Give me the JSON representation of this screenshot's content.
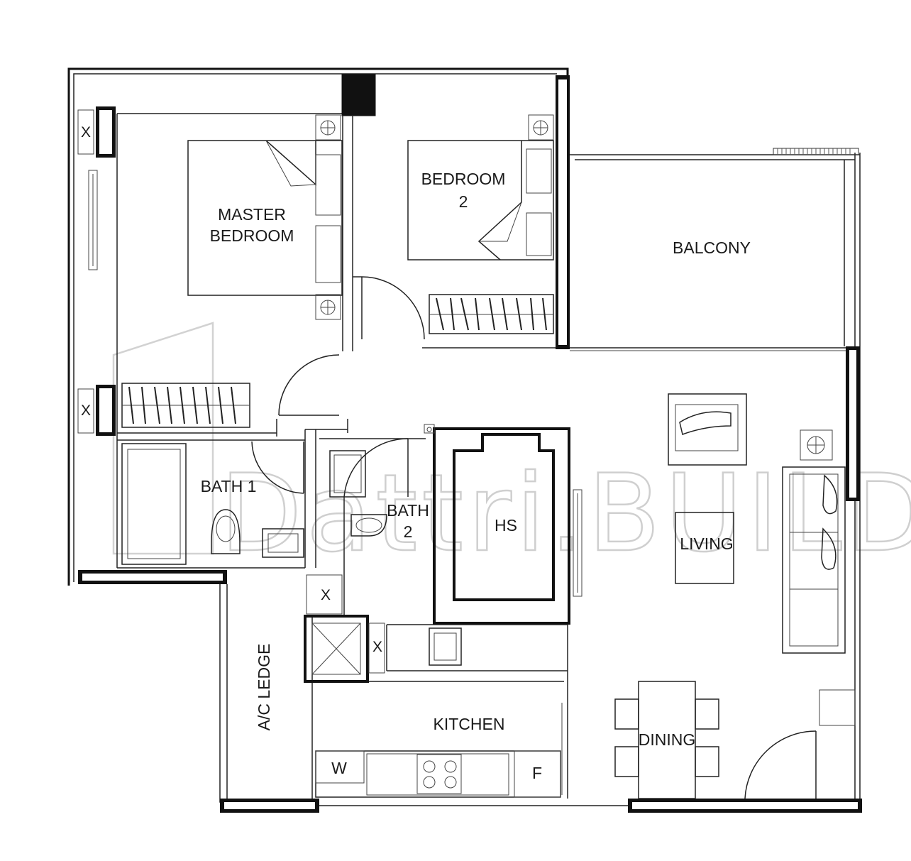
{
  "rooms": {
    "master_bedroom": [
      "MASTER",
      "BEDROOM"
    ],
    "bedroom_2": [
      "BEDROOM",
      "2"
    ],
    "balcony": "BALCONY",
    "bath_1": "BATH 1",
    "bath_2": [
      "BATH",
      "2"
    ],
    "hs": "HS",
    "living": "LIVING",
    "ac_ledge": "A/C LEDGE",
    "kitchen": "KITCHEN",
    "dining": "DINING"
  },
  "appliances": {
    "washer": "W",
    "fridge": "F",
    "service_shaft": "X"
  },
  "watermark": "Dattri.BUILD"
}
